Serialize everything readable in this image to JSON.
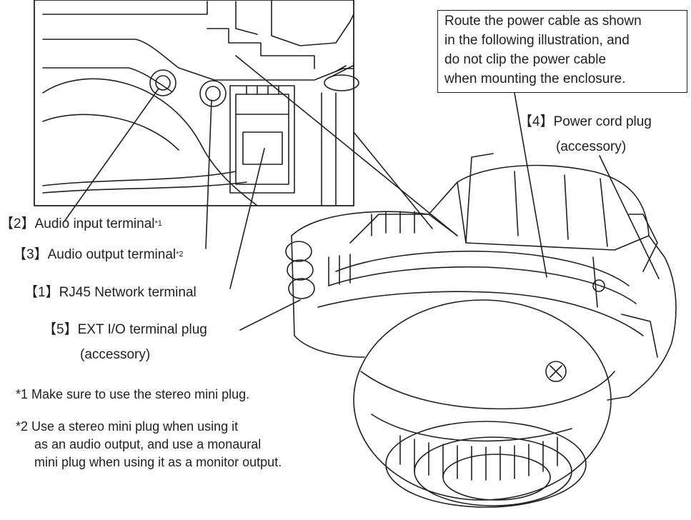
{
  "callout": {
    "line1": "Route the power cable as shown",
    "line2": "in the following illustration, and",
    "line3": "do not clip the power cable",
    "line4": "when mounting the enclosure."
  },
  "labels": {
    "power_cord_plug": {
      "num": "【4】",
      "text": "Power cord plug",
      "sub": "(accessory)"
    },
    "audio_input": {
      "num": "【2】",
      "text": "Audio input terminal",
      "sup": "*1"
    },
    "audio_output": {
      "num": "【3】",
      "text": "Audio output terminal",
      "sup": "*2"
    },
    "rj45": {
      "num": "【1】",
      "text": "RJ45 Network terminal"
    },
    "ext_io": {
      "num": "【5】",
      "text": "EXT I/O terminal plug",
      "sub": "(accessory)"
    }
  },
  "notes": {
    "n1": "*1 Make sure to use the stereo mini plug.",
    "n2_l1": "*2 Use a stereo mini plug when using it",
    "n2_l2": "as an audio output, and use a monaural",
    "n2_l3": "mini plug when using it as a monitor output."
  }
}
